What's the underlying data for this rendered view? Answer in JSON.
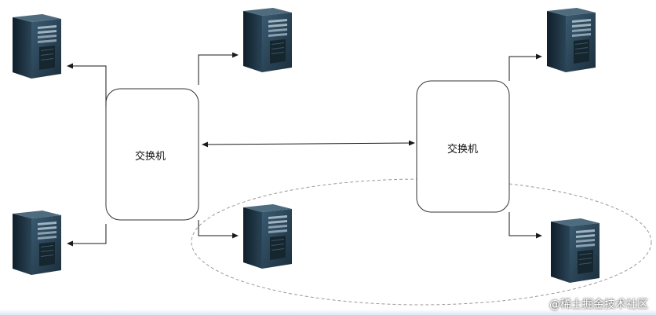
{
  "diagram": {
    "switches": [
      {
        "id": "switch-left",
        "label": "交换机"
      },
      {
        "id": "switch-right",
        "label": "交换机"
      }
    ],
    "servers": [
      {
        "id": "server-left-top"
      },
      {
        "id": "server-left-bottom"
      },
      {
        "id": "server-middle-top"
      },
      {
        "id": "server-middle-bottom"
      },
      {
        "id": "server-right-top"
      },
      {
        "id": "server-right-bottom"
      }
    ],
    "connections": [
      {
        "from": "switch-left",
        "to": "server-left-top",
        "type": "arrow"
      },
      {
        "from": "switch-left",
        "to": "server-left-bottom",
        "type": "arrow"
      },
      {
        "from": "switch-left",
        "to": "server-middle-top",
        "type": "arrow"
      },
      {
        "from": "switch-left",
        "to": "server-middle-bottom",
        "type": "arrow"
      },
      {
        "from": "switch-right",
        "to": "server-right-top",
        "type": "arrow"
      },
      {
        "from": "switch-right",
        "to": "server-right-bottom",
        "type": "arrow"
      },
      {
        "from": "switch-left",
        "to": "switch-right",
        "type": "double-arrow"
      }
    ],
    "highlight": {
      "style": "dashed-ellipse"
    }
  },
  "watermark": "@稀土掘金技术社区",
  "colors": {
    "line": "#1a1a1a",
    "switch_border": "#333333",
    "highlight": "#9a9a9a",
    "server_body": "#1f3444",
    "server_front": "#2b4a5e"
  }
}
